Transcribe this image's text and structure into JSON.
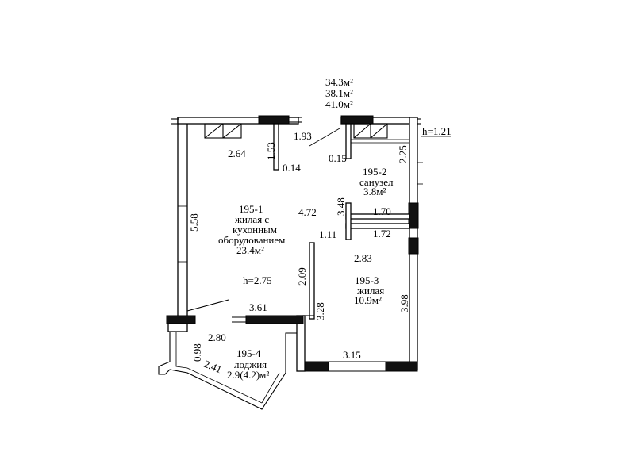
{
  "areas": {
    "total_1": "34.3м²",
    "total_2": "38.1м²",
    "total_3": "41.0м²"
  },
  "rooms": {
    "r1": {
      "id": "195-1",
      "line1": "жилая с",
      "line2": "кухонным",
      "line3": "оборудованием",
      "area": "23.4м²"
    },
    "r2": {
      "id": "195-2",
      "name": "санузел",
      "area": "3.8м²"
    },
    "r3": {
      "id": "195-3",
      "name": "жилая",
      "area": "10.9м²"
    },
    "r4": {
      "id": "195-4",
      "name": "лоджия",
      "area": "2.9(4.2)м²"
    }
  },
  "heights": {
    "ceiling": "h=2.75",
    "bath": "h=1.21"
  },
  "dims": {
    "d_264": "2.64",
    "d_153": "1.53",
    "d_014": "0.14",
    "d_193": "1.93",
    "d_015": "0.15",
    "d_225": "2.25",
    "d_558": "5.58",
    "d_472": "4.72",
    "d_348": "3.48",
    "d_170": "1.70",
    "d_111": "1.11",
    "d_172": "1.72",
    "d_283": "2.83",
    "d_209": "2.09",
    "d_398": "3.98",
    "d_361": "3.61",
    "d_328": "3.28",
    "d_280": "2.80",
    "d_098": "0.98",
    "d_315": "3.15",
    "d_241": "2.41"
  }
}
